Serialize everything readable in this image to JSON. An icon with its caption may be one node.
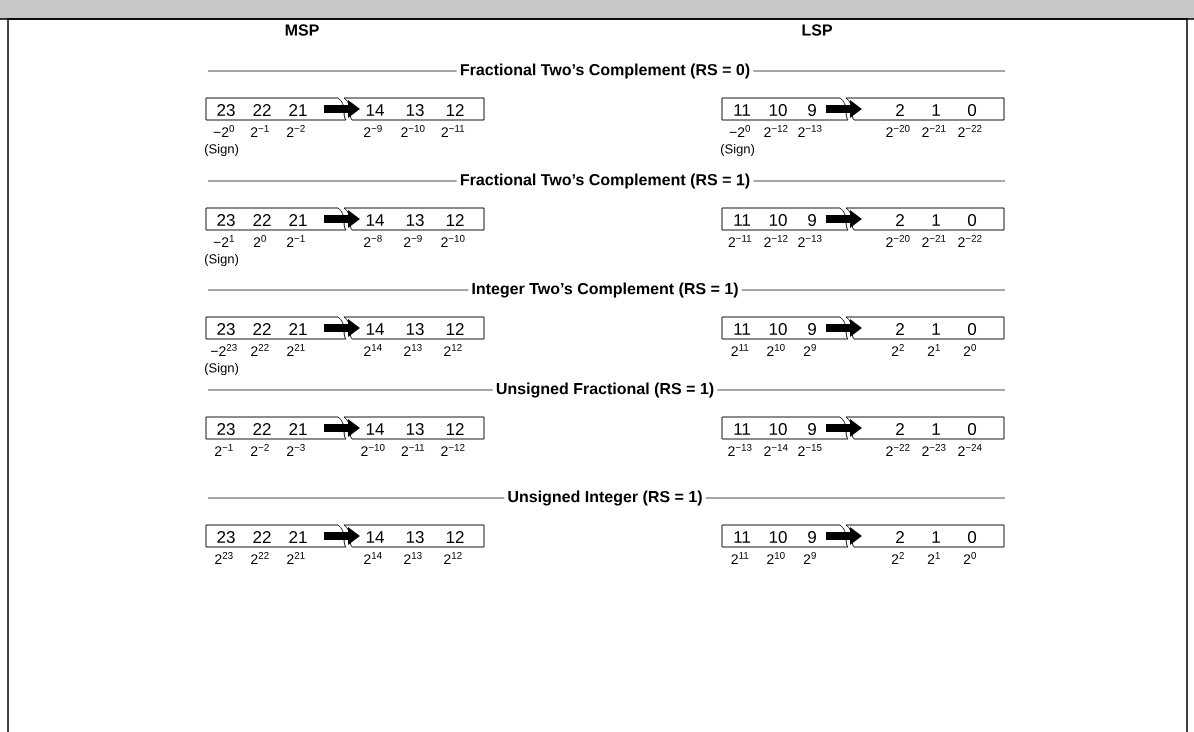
{
  "diagram": {
    "nodes": [
      {
        "text": [
          "23",
          "22",
          "21",
          "14",
          "13",
          "12"
        ],
        "beside": [
          "−2$^{0}$",
          "2$^{−1}$",
          "2$^{−2}$",
          "2$^{−9}$",
          "2$^{−10}$",
          "2$^{−11}$",
          "(Sign)"
        ]
      },
      {
        "text": [
          "11",
          "10",
          "9",
          "2",
          "1",
          "0"
        ],
        "beside": [
          "−2$^{0}$",
          "2$^{−12}$",
          "2$^{−13}$",
          "2$^{−20}$",
          "2$^{−21}$",
          "2$^{−22}$",
          "(Sign)"
        ]
      },
      {
        "text": [
          "23",
          "22",
          "21",
          "14",
          "13",
          "12"
        ],
        "beside": [
          "−2$^{1}$",
          "2$^{0}$",
          "2$^{−1}$",
          "2$^{−8}$",
          "2$^{−9}$",
          "2$^{−10}$",
          "(Sign)"
        ]
      },
      {
        "text": [
          "11",
          "10",
          "9",
          "2",
          "1",
          "0"
        ],
        "beside": [
          "2$^{−11}$",
          "2$^{−12}$",
          "2$^{−13}$",
          "2$^{−20}$",
          "2$^{−21}$",
          "2$^{−22}$"
        ]
      },
      {
        "text": [
          "23",
          "22",
          "21",
          "14",
          "13",
          "12"
        ],
        "beside": [
          "−2$^{23}$",
          "2$^{22}$",
          "2$^{21}$",
          "2$^{14}$",
          "2$^{13}$",
          "2$^{12}$",
          "(Sign)"
        ]
      },
      {
        "text": [
          "11",
          "10",
          "9",
          "2",
          "1",
          "0"
        ],
        "beside": [
          "2$^{11}$",
          "2$^{10}$",
          "2$^{9}$",
          "2$^{2}$",
          "2$^{1}$",
          "2$^{0}$"
        ]
      },
      {
        "text": [
          "23",
          "22",
          "21",
          "14",
          "13",
          "12"
        ],
        "beside": [
          "2$^{−1}$",
          "2$^{−2}$",
          "2$^{−3}$",
          "2$^{−10}$",
          "2$^{−11}$",
          "2$^{−12}$"
        ]
      },
      {
        "text": [
          "11",
          "10",
          "9",
          "2",
          "1",
          "0"
        ],
        "beside": [
          "2$^{−13}$",
          "2$^{−14}$",
          "2$^{−15}$",
          "2$^{−22}$",
          "2$^{−23}$",
          "2$^{−24}$"
        ]
      },
      {
        "text": [
          "23",
          "22",
          "21",
          "14",
          "13",
          "12"
        ],
        "beside": [
          "2$^{23}$",
          "2$^{22}$",
          "2$^{21}$",
          "2$^{14}$",
          "2$^{13}$",
          "2$^{12}$"
        ]
      },
      {
        "text": [
          "11",
          "10",
          "9",
          "2",
          "1",
          "0"
        ],
        "beside": [
          "2$^{11}$",
          "2$^{10}$",
          "2$^{9}$",
          "2$^{2}$",
          "2$^{1}$",
          "2$^{0}$"
        ]
      }
    ],
    "labels": [
      "MSP",
      "LSP",
      "Fractional Two’s Complement (RS = 0)",
      "Fractional Two’s Complement (RS = 1)",
      "Integer Two’s Complement (RS = 1)",
      "Unsigned Fractional (RS = 1)",
      "Unsigned Integer (RS = 1)"
    ]
  }
}
